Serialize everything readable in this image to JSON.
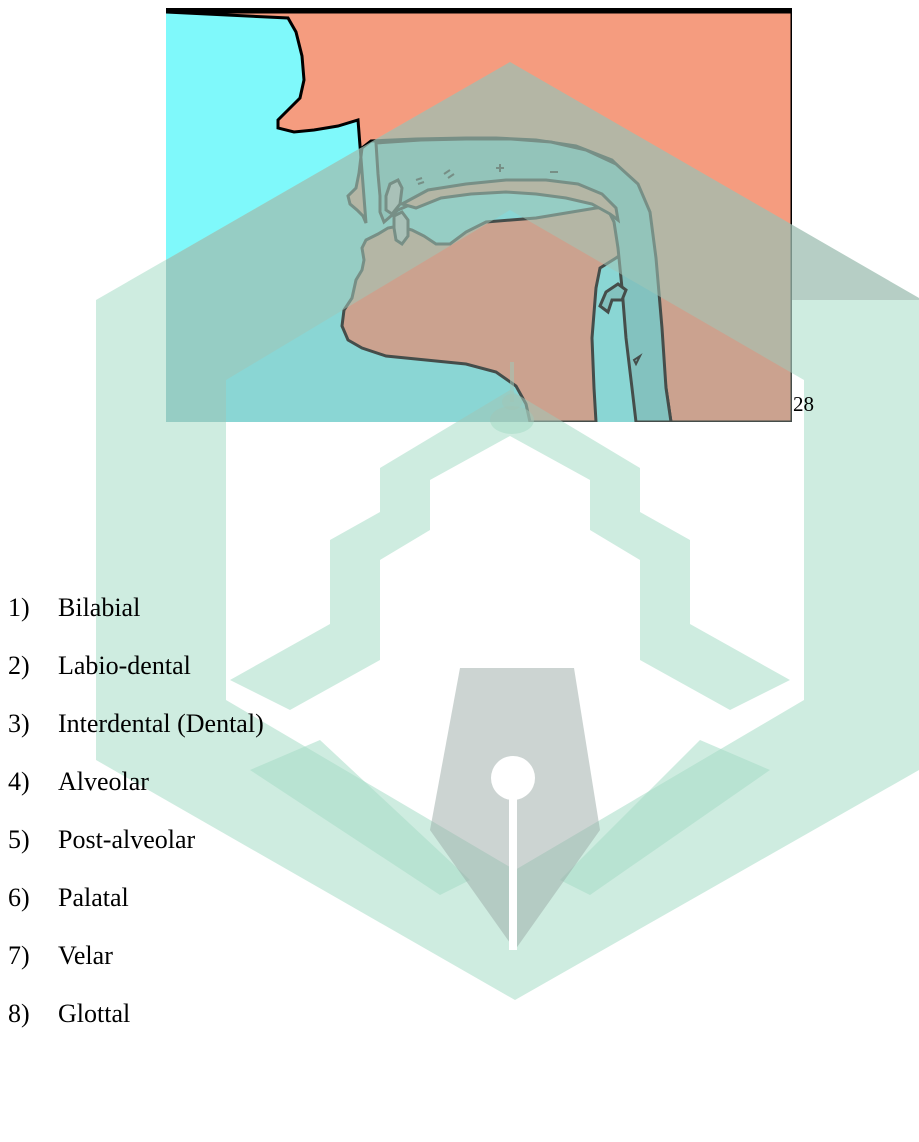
{
  "document": {
    "page_number": "28",
    "articulation_places": [
      {
        "number": "1)",
        "label": "Bilabial"
      },
      {
        "number": "2)",
        "label": "Labio-dental"
      },
      {
        "number": "3)",
        "label": "Interdental (Dental)"
      },
      {
        "number": "4)",
        "label": "Alveolar"
      },
      {
        "number": "5)",
        "label": "Post-alveolar"
      },
      {
        "number": "6)",
        "label": "Palatal"
      },
      {
        "number": "7)",
        "label": "Velar"
      },
      {
        "number": "8)",
        "label": "Glottal"
      }
    ]
  },
  "figure": {
    "colors": {
      "air_background": "#7ff9fb",
      "tissue": "#f59c7f",
      "vocal_tract": "#72d6d6",
      "teeth": "#c9c9c9",
      "outline": "#000000"
    }
  },
  "watermark": {
    "colors": {
      "green": "#a6dcc6",
      "gray": "#9aaaa5"
    }
  }
}
